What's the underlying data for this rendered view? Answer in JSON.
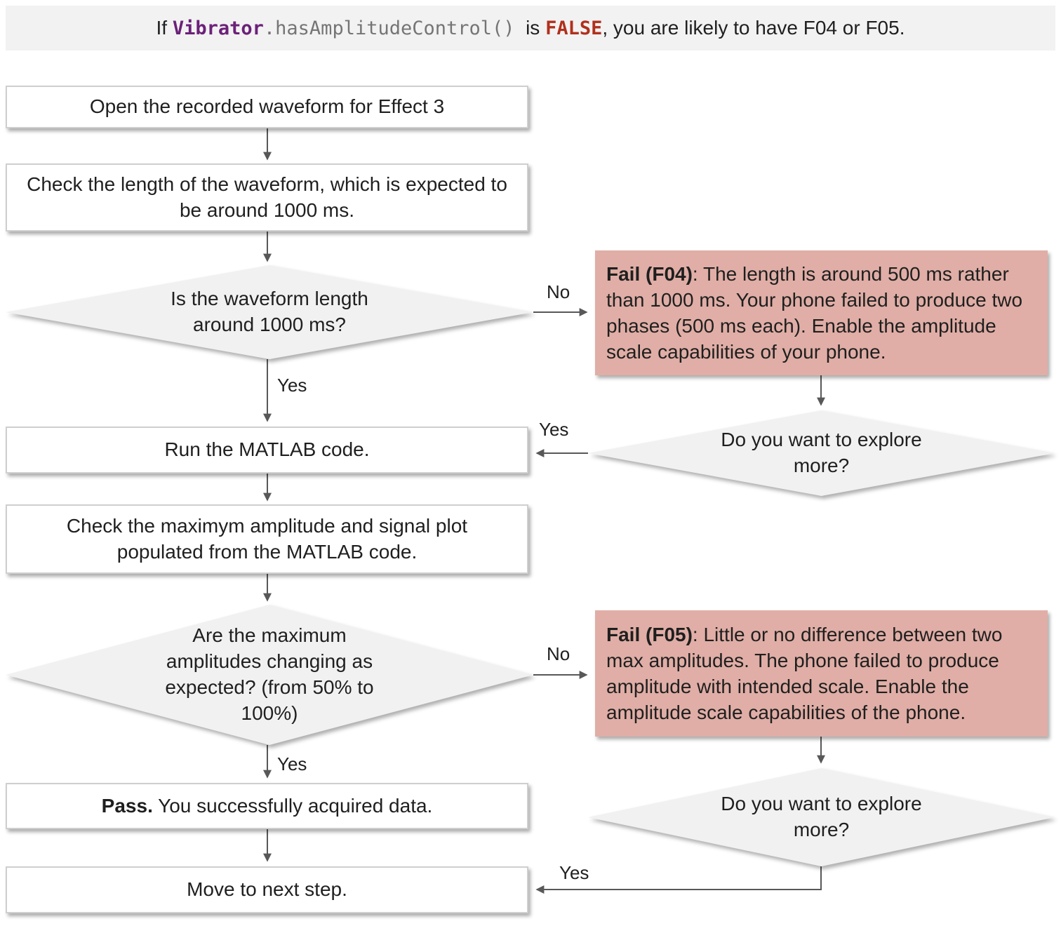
{
  "banner": {
    "prefix": "If ",
    "code_object": "Vibrator",
    "code_method": ".hasAmplitudeControl()",
    "connector": "  is ",
    "keyword": "FALSE",
    "suffix": ", you are likely to have F04 or F05."
  },
  "nodes": {
    "open_waveform": {
      "label": "Open the recorded waveform for Effect 3"
    },
    "check_length": {
      "label": "Check the length of the waveform, which is expected to be around 1000 ms."
    },
    "q_length": {
      "label": "Is the waveform length around 1000 ms?"
    },
    "fail_f04": {
      "label_bold": "Fail (F04)",
      "label_rest": ": The length is around 500 ms rather than 1000 ms. Your phone failed to produce two phases (500 ms each). Enable the amplitude scale capabilities of your phone."
    },
    "explore_1": {
      "label": "Do you want to explore more?"
    },
    "run_matlab": {
      "label": "Run the MATLAB code."
    },
    "check_amplitude": {
      "label": "Check the maximym amplitude and signal plot populated from the MATLAB code."
    },
    "q_amplitude": {
      "label": "Are the maximum amplitudes changing as expected? (from 50% to 100%)"
    },
    "fail_f05": {
      "label_bold": "Fail (F05)",
      "label_rest": ": Little or no difference between two max amplitudes. The phone failed to produce amplitude with intended scale. Enable the amplitude scale capabilities of the phone."
    },
    "explore_2": {
      "label": "Do you want to explore more?"
    },
    "pass": {
      "label_bold": "Pass.",
      "label_rest": " You successfully acquired data."
    },
    "move_next": {
      "label": "Move to next step."
    }
  },
  "edge_labels": {
    "yes_length": "Yes",
    "no_length": "No",
    "yes_explore_1": "Yes",
    "yes_amplitude": "Yes",
    "no_amplitude": "No",
    "yes_explore_2": "Yes"
  },
  "colors": {
    "banner_bg": "#f2f2f2",
    "diamond_bg": "#f1f1f2",
    "fail_bg": "#e0aea6",
    "arrow": "#58585a",
    "code_purple": "#6b2178",
    "code_gray": "#757575",
    "code_red": "#b0301c"
  }
}
